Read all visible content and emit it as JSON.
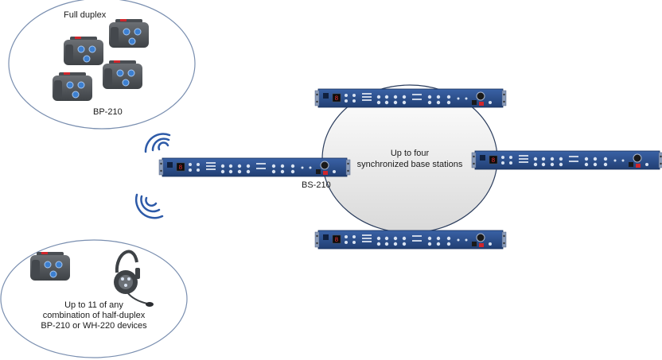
{
  "top_group": {
    "caption_top": "Full duplex",
    "caption_bottom": "BP-210"
  },
  "bottom_group": {
    "lines": [
      "Up to 11 of any",
      "combination of half-duplex",
      "BP-210 or WH-220 devices"
    ]
  },
  "center": {
    "base_label": "BS-210",
    "circle_text_lines": [
      "Up to four",
      "synchronized base stations"
    ]
  },
  "colors": {
    "ellipse_stroke": "#7a8fb0",
    "rack_body": "#2c4f8c",
    "rack_dark": "#1d3868",
    "device_gray": "#5a5e63",
    "accent_blue": "#3c7fd0",
    "accent_red": "#d0262c",
    "wave_blue": "#2d5aa8",
    "circle_fill": "#e6e6e6"
  }
}
